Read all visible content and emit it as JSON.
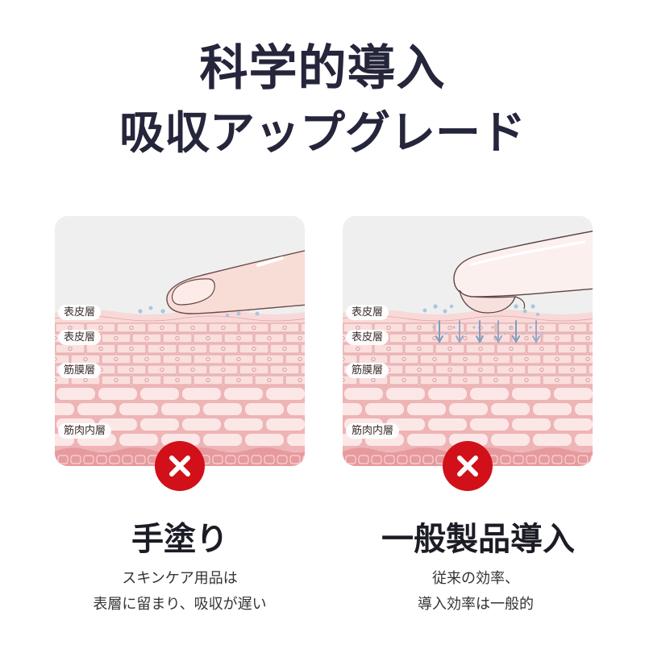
{
  "title": {
    "line1": "科学的導入",
    "line2": "吸収アップグレード"
  },
  "panels": [
    {
      "labels": [
        "表皮層",
        "表皮層",
        "筋膜層",
        "筋肉内層"
      ],
      "illustration_icon": "finger-icon",
      "status_icon": "cross-icon",
      "caption": "手塗り",
      "description": [
        "スキンケア用品は",
        "表層に留まり、吸収が遅い"
      ]
    },
    {
      "labels": [
        "表皮層",
        "表皮層",
        "筋膜層",
        "筋肉内層"
      ],
      "illustration_icon": "applicator-device-icon",
      "status_icon": "cross-icon",
      "caption": "一般製品導入",
      "description": [
        "従来の効率、",
        "導入効率は一般的"
      ]
    }
  ],
  "colors": {
    "title": "#25253b",
    "caption": "#1c1c26",
    "description": "#333333",
    "badge": "#d2101a",
    "panel_bg": "#efefef",
    "skin": "#f3c4c5",
    "epidermis": "#f8d9d8",
    "brick": "#f9dfde",
    "cell_line": "#e2a3a6",
    "nucleus": "#d7989b",
    "deep": "#eeb4b6",
    "cell": "#fce7e7",
    "muscle": "#e79a9e",
    "droplet": "#a8c6de",
    "arrow": "#7f9dbf"
  }
}
